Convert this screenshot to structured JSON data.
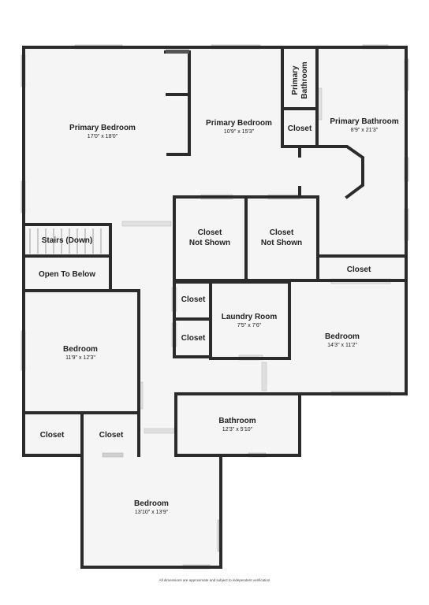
{
  "colors": {
    "wall": "#2b2b2b",
    "floor": "#f5f5f5",
    "window": "#c8c8c8",
    "background": "#ffffff"
  },
  "rooms": {
    "primary_bedroom_1": {
      "name": "Primary Bedroom",
      "dims": "17'0\" x 18'0\""
    },
    "primary_bedroom_2": {
      "name": "Primary Bedroom",
      "dims": "10'9\" x 15'3\""
    },
    "primary_bathroom_small": {
      "line1": "Primary",
      "line2": "Bathroom"
    },
    "closet_primary": {
      "name": "Closet"
    },
    "primary_bathroom": {
      "name": "Primary Bathroom",
      "dims": "8'9\" x 21'3\""
    },
    "stairs": {
      "name": "Stairs (Down)"
    },
    "open_to_below": {
      "name": "Open To Below"
    },
    "closet_not_shown_1": {
      "line1": "Closet",
      "line2": "Not Shown"
    },
    "closet_not_shown_2": {
      "line1": "Closet",
      "line2": "Not Shown"
    },
    "closet_right": {
      "name": "Closet"
    },
    "closet_small_1": {
      "name": "Closet"
    },
    "closet_small_2": {
      "name": "Closet"
    },
    "laundry_room": {
      "name": "Laundry Room",
      "dims": "7'5\" x 7'6\""
    },
    "bedroom_right": {
      "name": "Bedroom",
      "dims": "14'3\" x 11'2\""
    },
    "bedroom_left": {
      "name": "Bedroom",
      "dims": "11'9\" x 12'3\""
    },
    "closet_left_1": {
      "name": "Closet"
    },
    "closet_left_2": {
      "name": "Closet"
    },
    "bathroom": {
      "name": "Bathroom",
      "dims": "12'3\" x 5'10\""
    },
    "bedroom_bottom": {
      "name": "Bedroom",
      "dims": "13'10\" x 13'9\""
    }
  },
  "footnote": "All dimensions are approximate and subject to independent verification"
}
